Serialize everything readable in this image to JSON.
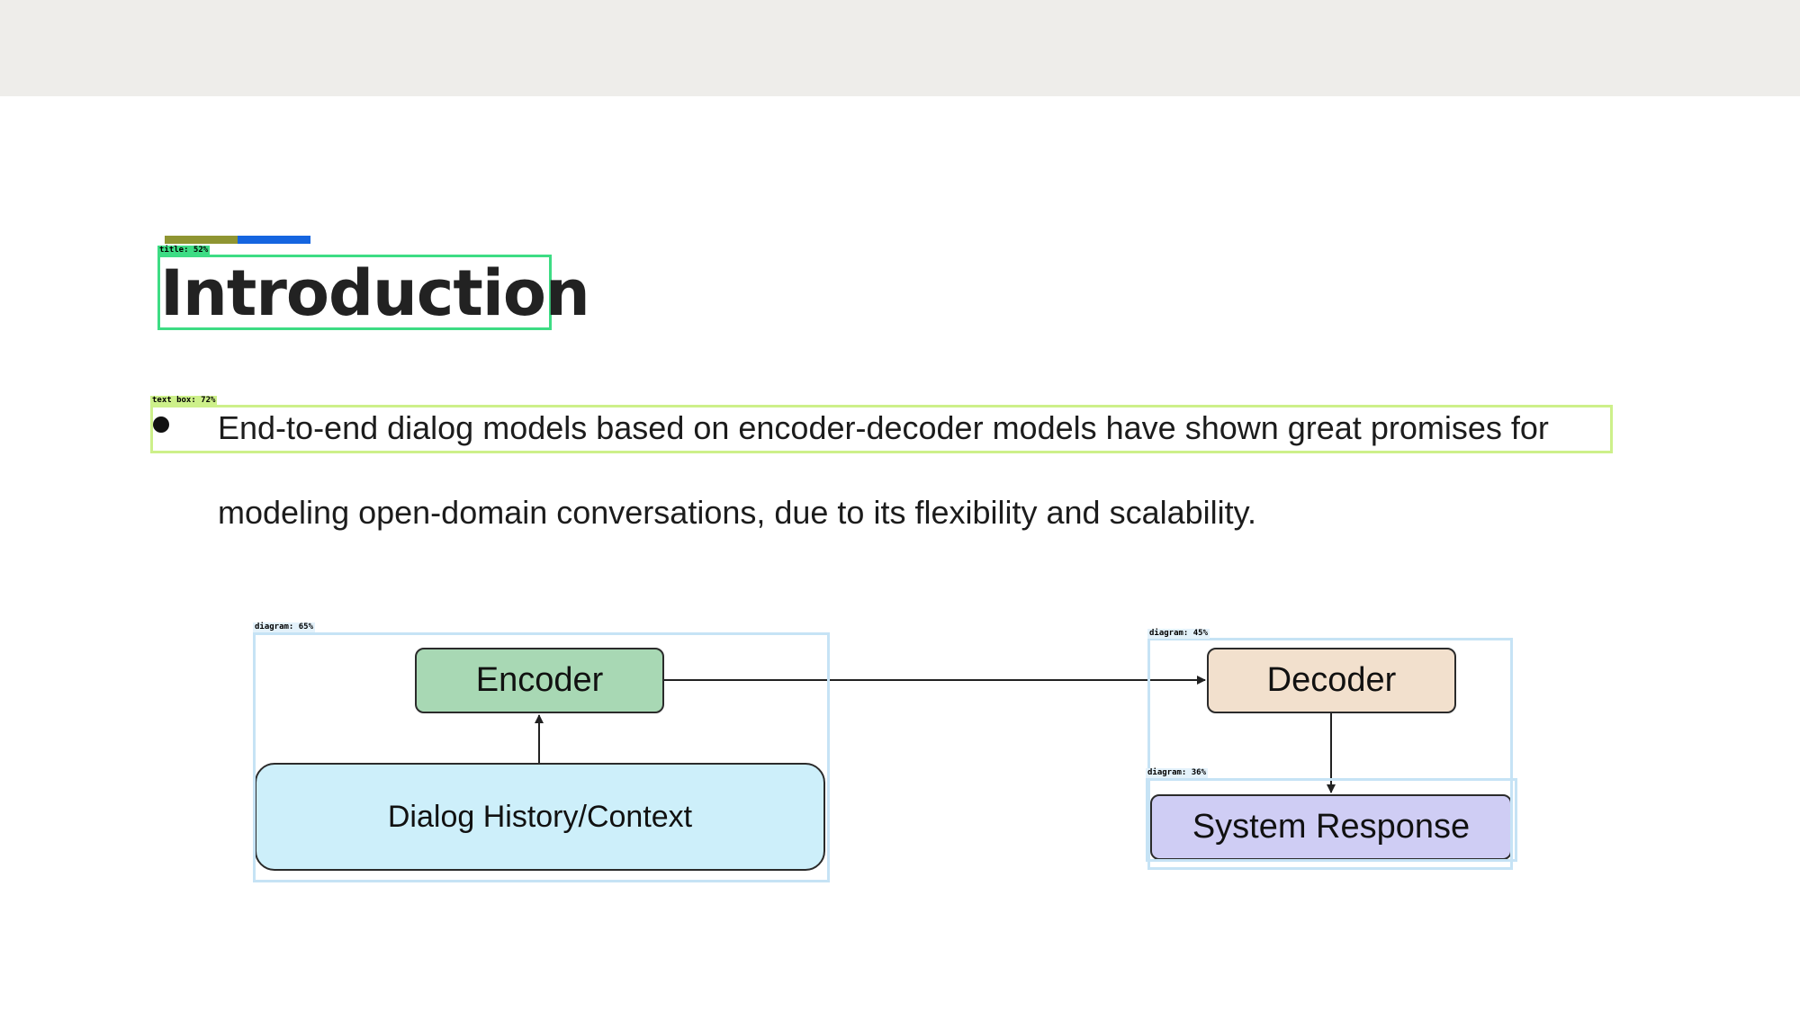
{
  "slide": {
    "title": "Introduction",
    "bullet": {
      "line1": "End-to-end dialog models based on encoder-decoder models have shown great promises for",
      "line2": "modeling open-domain conversations, due to its flexibility and scalability."
    }
  },
  "diagram": {
    "encoder_label": "Encoder",
    "history_label": "Dialog History/Context",
    "decoder_label": "Decoder",
    "response_label": "System Response"
  },
  "detections": {
    "title_label": "title: 52%",
    "textbox_label": "text box: 72%",
    "diagram1_label": "diagram: 65%",
    "diagram2_label": "diagram: 45%",
    "diagram3_label": "diagram: 36%"
  },
  "colors": {
    "topbar": "#eeedea",
    "accent_olive": "#8f9532",
    "accent_blue": "#1565e0",
    "title_box": "#3ddc84",
    "textbox_box": "#cdf08a",
    "diagram_box": "#c6e3f5"
  }
}
